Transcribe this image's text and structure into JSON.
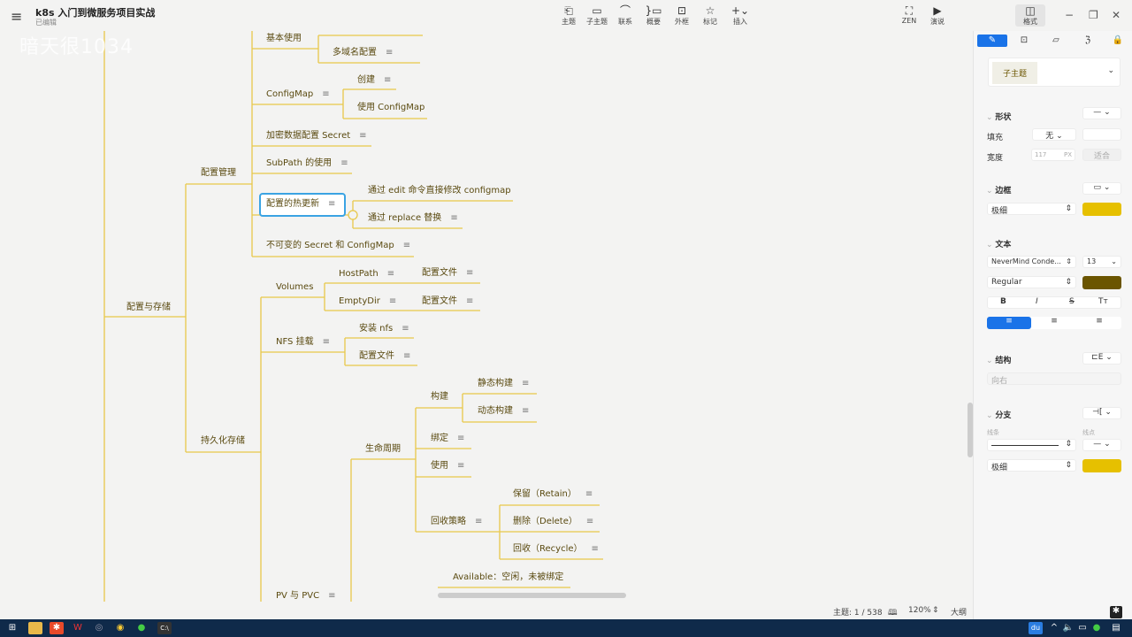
{
  "app": {
    "title": "k8s 入门到微服务项目实战",
    "subtitle": "已编辑",
    "watermark": "暗天很1034"
  },
  "toolbar": [
    {
      "icon": "topic-icon",
      "label": "主题"
    },
    {
      "icon": "subtopic-icon",
      "label": "子主题"
    },
    {
      "icon": "relationship-icon",
      "label": "联系"
    },
    {
      "icon": "summary-icon",
      "label": "概要"
    },
    {
      "icon": "boundary-icon",
      "label": "外框"
    },
    {
      "icon": "marker-icon",
      "label": "标记"
    },
    {
      "icon": "insert-icon",
      "label": "插入"
    },
    {
      "icon": "zen-icon",
      "label": "ZEN"
    },
    {
      "icon": "present-icon",
      "label": "演说"
    },
    {
      "icon": "format-icon",
      "label": "格式"
    }
  ],
  "mindmap": {
    "root": "配置与存储",
    "n_config": "配置管理",
    "n_persist": "持久化存储",
    "basic": "基本使用",
    "multidomain": "多域名配置",
    "configmap": "ConfigMap",
    "create": "创建",
    "use_cm": "使用 ConfigMap",
    "secret": "加密数据配置 Secret",
    "subpath": "SubPath 的使用",
    "hot": "配置的热更新",
    "hot_edit": "通过 edit 命令直接修改 configmap",
    "hot_replace": "通过 replace 替换",
    "immutable": "不可变的 Secret 和 ConfigMap",
    "volumes": "Volumes",
    "hostpath": "HostPath",
    "emptydir": "EmptyDir",
    "cfgfile": "配置文件",
    "nfs": "NFS 挂载",
    "install_nfs": "安装 nfs",
    "lifecycle": "生命周期",
    "build": "构建",
    "static_build": "静态构建",
    "dynamic_build": "动态构建",
    "bind": "绑定",
    "use": "使用",
    "reclaim": "回收策略",
    "retain": "保留（Retain）",
    "delete": "删除（Delete）",
    "recycle": "回收（Recycle）",
    "available": "Available：空闲，未被绑定",
    "pvpvc": "PV 与 PVC"
  },
  "status": {
    "topics": "主题: 1 / 538",
    "zoom": "120%",
    "outline": "大纲"
  },
  "panel": {
    "style_select": "子主题",
    "shape": "形状",
    "fill": "填充",
    "fill_value": "无",
    "width": "宽度",
    "width_value": "117",
    "width_unit": "PX",
    "fit": "适合",
    "border": "边框",
    "border_weight": "极细",
    "border_color": "#e6c000",
    "text": "文本",
    "font": "NeverMind Conde...",
    "font_size": "13",
    "font_weight": "Regular",
    "text_color": "#6b5500",
    "bold": "B",
    "italic": "I",
    "strike": "S",
    "case": "Tт",
    "structure": "结构",
    "direction": "向右",
    "branch": "分支",
    "line_label": "线条",
    "end_label": "线点",
    "branch_weight": "极细",
    "branch_color": "#e6c000"
  },
  "colors": {
    "branch_line": "#e8c84a",
    "selection": "#3aa3e3",
    "accent": "#1a73e8"
  }
}
